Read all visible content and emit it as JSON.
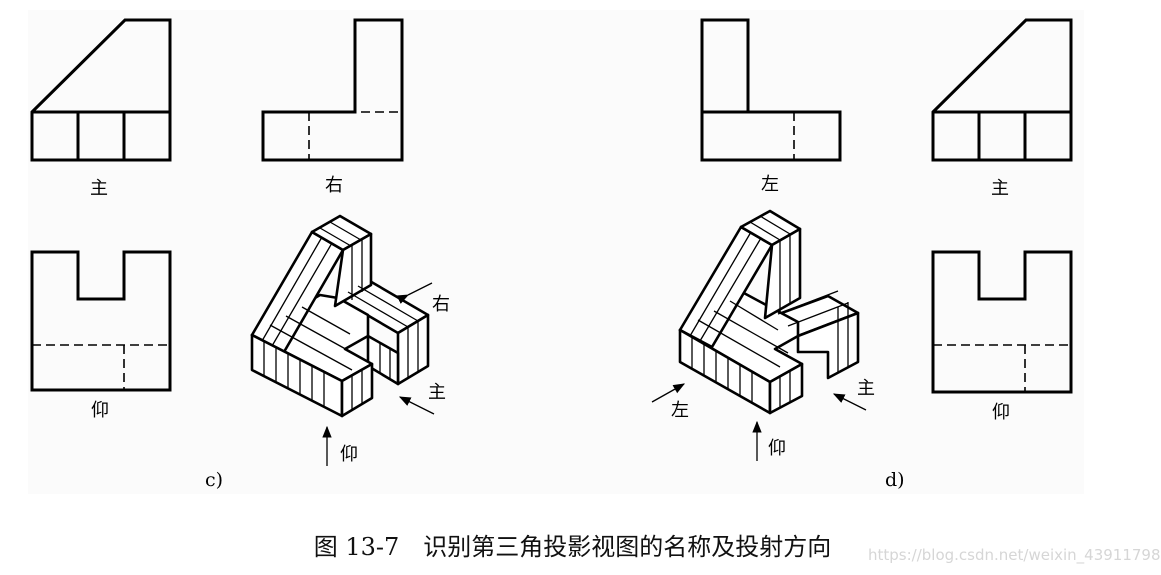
{
  "caption": "图 13-7　识别第三角投影视图的名称及投射方向",
  "watermark": "https://blog.csdn.net/weixin_43911798",
  "panel_c": {
    "label": "c)",
    "view_labels": {
      "front": "主",
      "right": "右",
      "bottom": "仰"
    },
    "direction_labels": {
      "right": "右",
      "front": "主",
      "bottom": "仰"
    }
  },
  "panel_d": {
    "label": "d)",
    "view_labels": {
      "left": "左",
      "front": "主",
      "bottom": "仰"
    },
    "direction_labels": {
      "left": "左",
      "front": "主",
      "bottom": "仰"
    }
  }
}
